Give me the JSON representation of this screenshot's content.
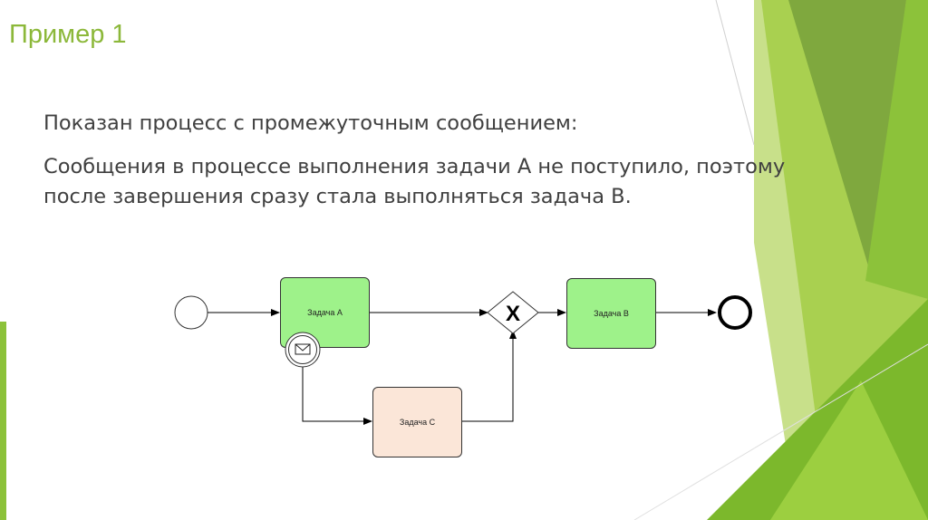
{
  "slide": {
    "title": "Пример 1",
    "paragraph_1": "Показан процесс с промежуточным сообщением:",
    "paragraph_2_line_1": "Сообщения в процессе выполнения задачи A не поступило, поэтому",
    "paragraph_2_line_2": "после завершения сразу стала выполняться задача B."
  },
  "diagram": {
    "tasks": {
      "a": "Задача А",
      "b": "Задача В",
      "c": "Задача С"
    },
    "gateway_symbol": "X",
    "icons": {
      "start": "start-event-circle",
      "end": "end-event-thick-circle",
      "message": "envelope-icon",
      "gateway": "exclusive-gateway-diamond"
    },
    "colors": {
      "task_green": "#9ef28a",
      "task_peach": "#fbe6d8",
      "accent_green": "#8cb83a"
    }
  }
}
